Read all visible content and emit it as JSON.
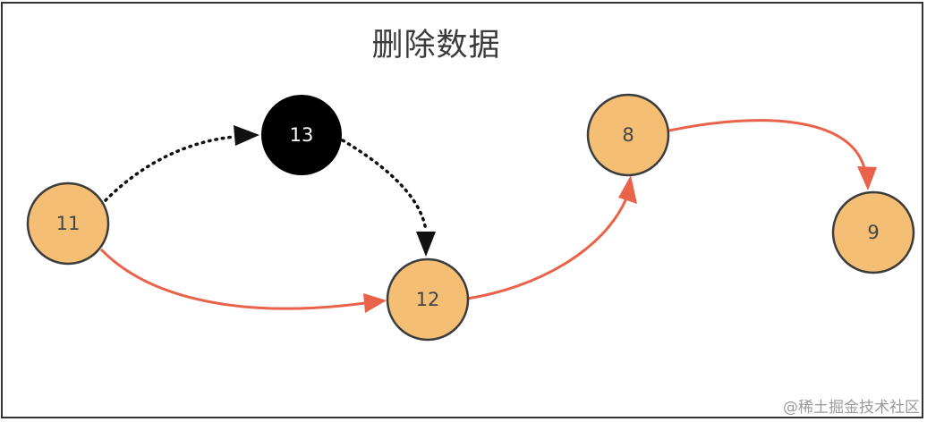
{
  "title": "删除数据",
  "watermark": "@稀土掘金技术社区",
  "colors": {
    "node_fill": "#f4bf75",
    "node_stroke": "#3c3c3c",
    "removed_fill": "#000000",
    "removed_text": "#ffffff",
    "node_text": "#444444",
    "link_red": "#e8634a",
    "link_dotted": "#111111"
  },
  "nodes": [
    {
      "id": "n11",
      "label": "11",
      "state": "normal"
    },
    {
      "id": "n13",
      "label": "13",
      "state": "removed"
    },
    {
      "id": "n12",
      "label": "12",
      "state": "normal"
    },
    {
      "id": "n8",
      "label": "8",
      "state": "normal"
    },
    {
      "id": "n9",
      "label": "9",
      "state": "normal"
    }
  ],
  "links": [
    {
      "from": "11",
      "to": "13",
      "style": "dotted"
    },
    {
      "from": "13",
      "to": "12",
      "style": "dotted"
    },
    {
      "from": "11",
      "to": "12",
      "style": "red"
    },
    {
      "from": "12",
      "to": "8",
      "style": "red"
    },
    {
      "from": "8",
      "to": "9",
      "style": "red"
    }
  ]
}
